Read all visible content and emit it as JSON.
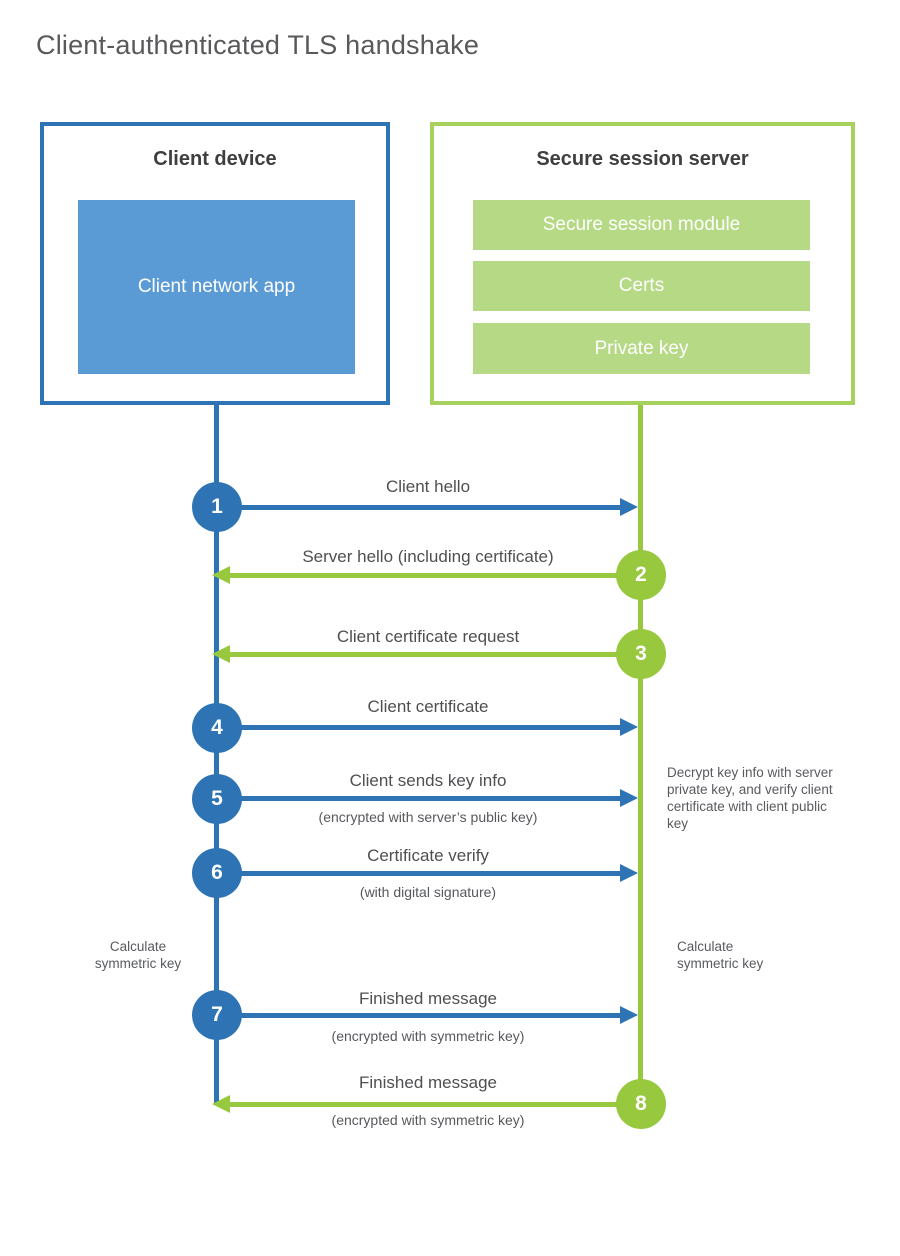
{
  "title": "Client-authenticated TLS handshake",
  "client": {
    "title": "Client device",
    "app": "Client network app"
  },
  "server": {
    "title": "Secure session server",
    "modules": [
      "Secure session module",
      "Certs",
      "Private key"
    ]
  },
  "steps": [
    {
      "num": "1",
      "label": "Client hello",
      "sub": "",
      "direction": "client-to-server"
    },
    {
      "num": "2",
      "label": "Server hello (including certificate)",
      "sub": "",
      "direction": "server-to-client"
    },
    {
      "num": "3",
      "label": "Client certificate request",
      "sub": "",
      "direction": "server-to-client"
    },
    {
      "num": "4",
      "label": "Client certificate",
      "sub": "",
      "direction": "client-to-server"
    },
    {
      "num": "5",
      "label": "Client sends key info",
      "sub": "(encrypted with server’s public key)",
      "direction": "client-to-server"
    },
    {
      "num": "6",
      "label": "Certificate verify",
      "sub": "(with digital signature)",
      "direction": "client-to-server"
    },
    {
      "num": "7",
      "label": "Finished message",
      "sub": "(encrypted with symmetric key)",
      "direction": "client-to-server"
    },
    {
      "num": "8",
      "label": "Finished message",
      "sub": "(encrypted with symmetric key)",
      "direction": "server-to-client"
    }
  ],
  "notes": {
    "decrypt": "Decrypt key info with server private key, and verify client certificate with client public key",
    "calc_client": "Calculate symmetric key",
    "calc_server": "Calculate symmetric key"
  },
  "colors": {
    "blue": "#2E74B5",
    "blue_fill": "#5B9BD5",
    "green": "#97C83D",
    "green_border": "#A6D15C",
    "green_fill": "#B5D984"
  }
}
